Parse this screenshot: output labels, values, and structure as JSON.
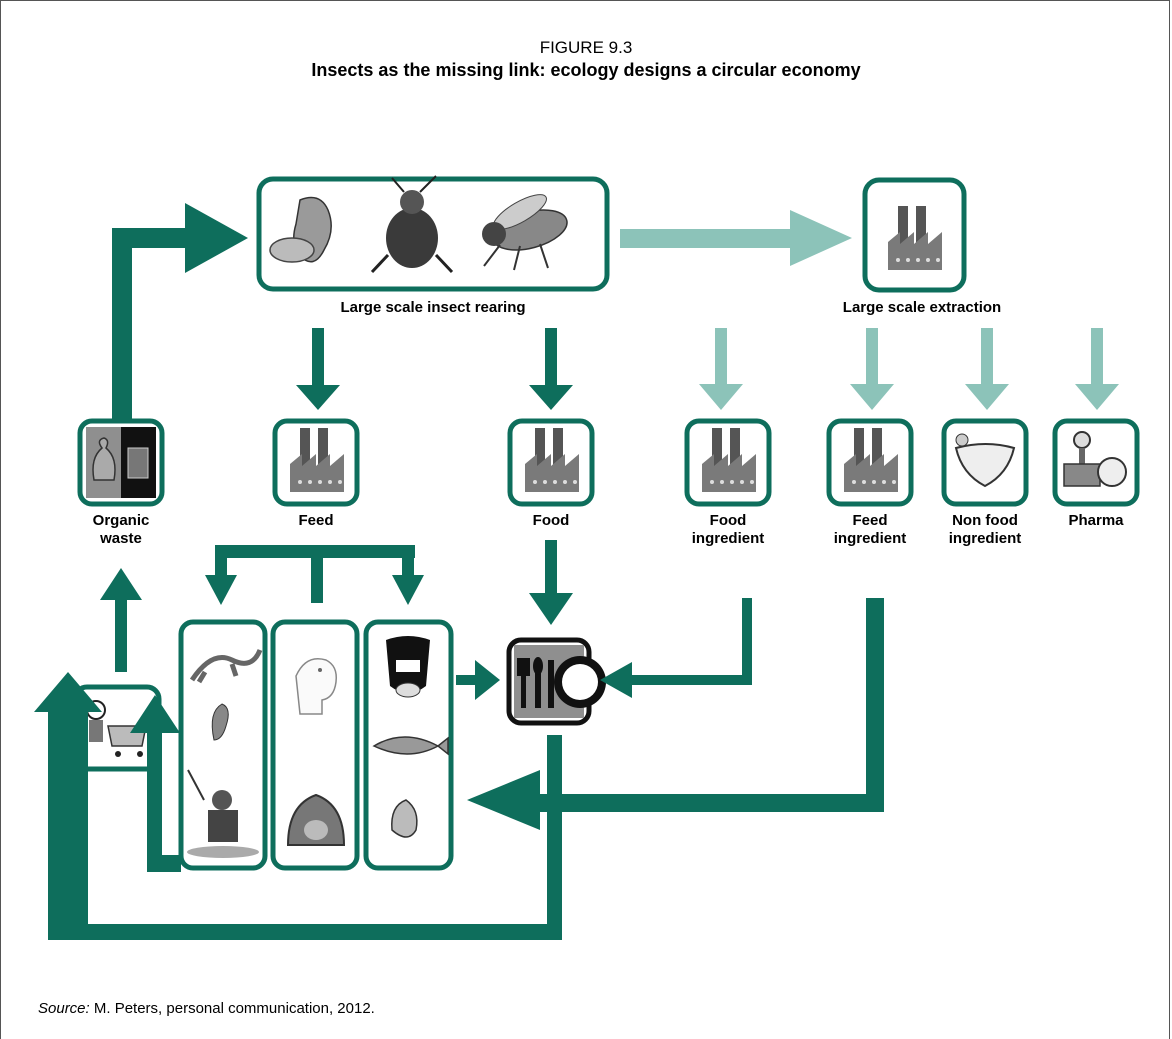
{
  "figure": {
    "number": "FIGURE 9.3",
    "title": "Insects as the missing link: ecology designs a circular economy"
  },
  "nodes": {
    "rearing": "Large scale insect rearing",
    "extraction": "Large scale extraction",
    "organic_waste": [
      "Organic",
      "waste"
    ],
    "feed": "Feed",
    "food": "Food",
    "food_ingredient": [
      "Food",
      "ingredient"
    ],
    "feed_ingredient": [
      "Feed",
      "ingredient"
    ],
    "non_food_ingredient": [
      "Non food",
      "ingredient"
    ],
    "pharma": "Pharma"
  },
  "source": {
    "prefix": "Source:",
    "text": " M. Peters, personal communication, 2012."
  },
  "colors": {
    "dark_green": "#0e6e5c",
    "light_green": "#8cc3b9",
    "box_border": "#0e6e5c",
    "icon_grey": "#8f8f8f"
  }
}
